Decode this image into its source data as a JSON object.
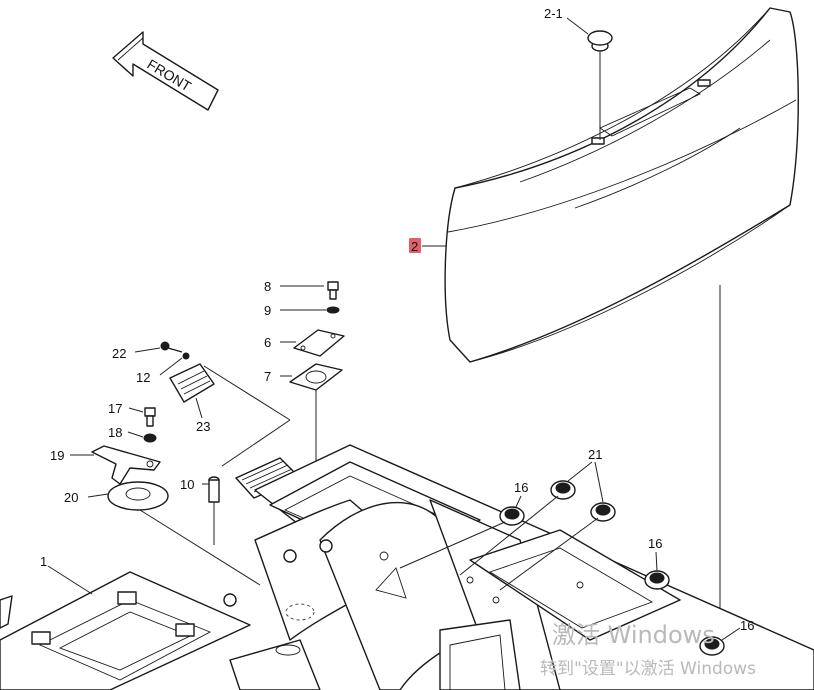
{
  "front_arrow": {
    "text": "FRONT"
  },
  "labels": {
    "l2_1": "2-1",
    "l2": "2",
    "l8": "8",
    "l9": "9",
    "l6": "6",
    "l7": "7",
    "l22": "22",
    "l12": "12",
    "l23": "23",
    "l17": "17",
    "l18": "18",
    "l19": "19",
    "l20": "20",
    "l10": "10",
    "l1": "1",
    "l16a": "16",
    "l21": "21",
    "l16b": "16",
    "l16c": "16"
  },
  "highlight_color": "#e06070",
  "watermark": {
    "line1": "激活 Windows",
    "line2": "转到\"设置\"以激活 Windows"
  }
}
